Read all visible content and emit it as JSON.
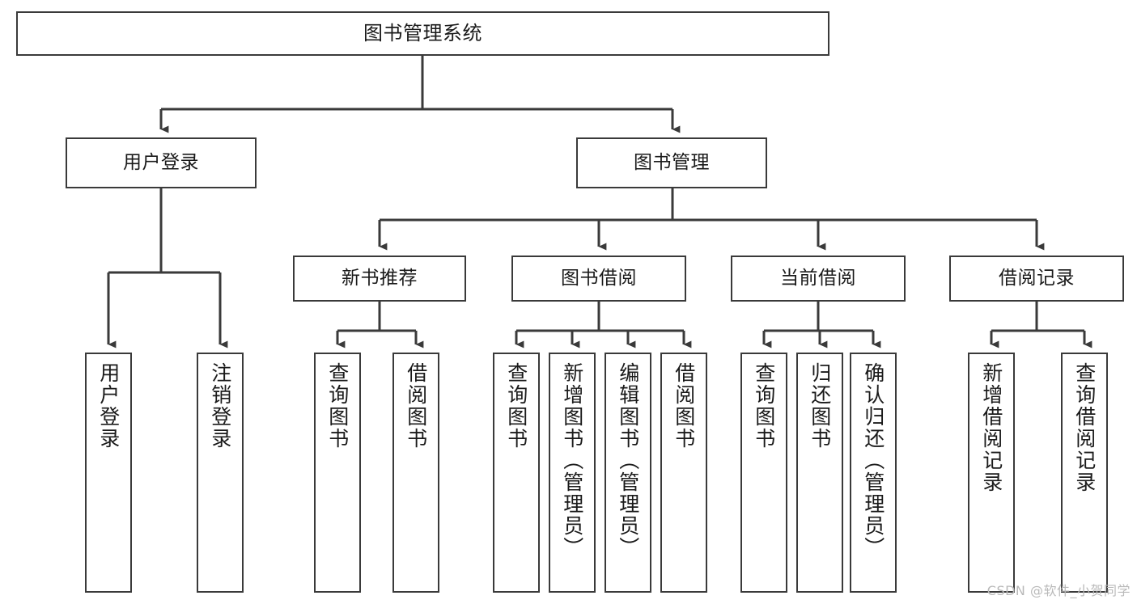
{
  "diagram": {
    "title": "图书管理系统",
    "type": "hierarchy-tree",
    "watermark": "CSDN @软件_小贺同学",
    "colors": {
      "box_border": "#3a3a3a",
      "box_fill": "#ffffff",
      "edge": "#3a3a3a",
      "text": "#1a1a1a",
      "watermark": "#b9b9b9"
    },
    "levels": {
      "root": "图书管理系统",
      "level2": [
        "用户登录",
        "图书管理"
      ],
      "level3": [
        "新书推荐",
        "图书借阅",
        "当前借阅",
        "借阅记录"
      ]
    },
    "nodes": {
      "root": {
        "label": "图书管理系统"
      },
      "l2": [
        {
          "label": "用户登录"
        },
        {
          "label": "图书管理"
        }
      ],
      "l3": [
        {
          "label": "新书推荐"
        },
        {
          "label": "图书借阅"
        },
        {
          "label": "当前借阅"
        },
        {
          "label": "借阅记录"
        }
      ],
      "leaves_user_login": [
        {
          "label": "用户登录"
        },
        {
          "label": "注销登录"
        }
      ],
      "leaves_new_book": [
        {
          "label": "查询图书"
        },
        {
          "label": "借阅图书"
        }
      ],
      "leaves_borrow": [
        {
          "label": "查询图书"
        },
        {
          "label": "新增图书（管理员）"
        },
        {
          "label": "编辑图书（管理员）"
        },
        {
          "label": "借阅图书"
        }
      ],
      "leaves_current": [
        {
          "label": "查询图书"
        },
        {
          "label": "归还图书"
        },
        {
          "label": "确认归还（管理员）"
        }
      ],
      "leaves_record": [
        {
          "label": "新增借阅记录"
        },
        {
          "label": "查询借阅记录"
        }
      ]
    }
  }
}
